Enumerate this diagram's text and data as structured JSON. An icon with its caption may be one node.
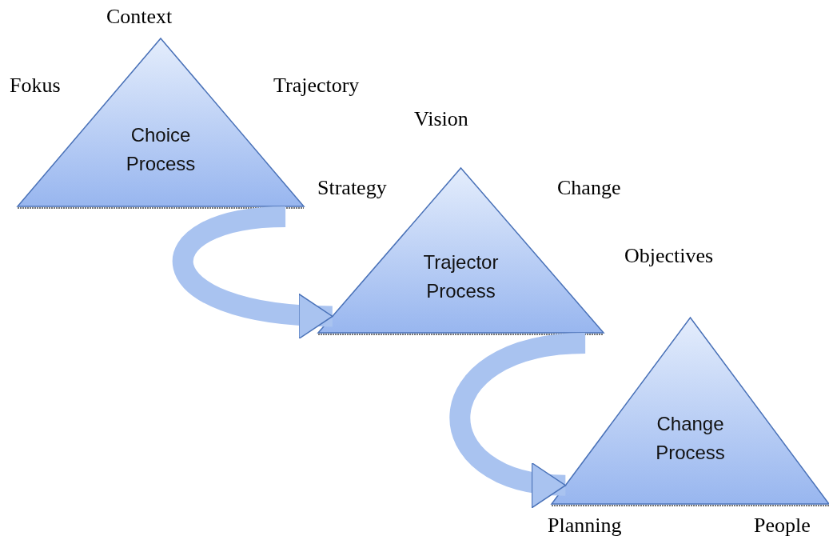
{
  "diagram": {
    "nodes": [
      {
        "text": [
          "Choice Process"
        ],
        "beside": [
          "Context",
          "Fokus",
          "Trajectory"
        ]
      },
      {
        "text": [
          "Trajector Process"
        ],
        "beside": [
          "Vision",
          "Strategy",
          "Change",
          "Objectives"
        ]
      },
      {
        "text": [
          "Change Process"
        ],
        "beside": [
          "Planning",
          "People"
        ]
      }
    ],
    "edges": [
      {
        "from": 0,
        "to": 1,
        "arrow": "to"
      },
      {
        "from": 1,
        "to": 2,
        "arrow": "to"
      }
    ]
  }
}
